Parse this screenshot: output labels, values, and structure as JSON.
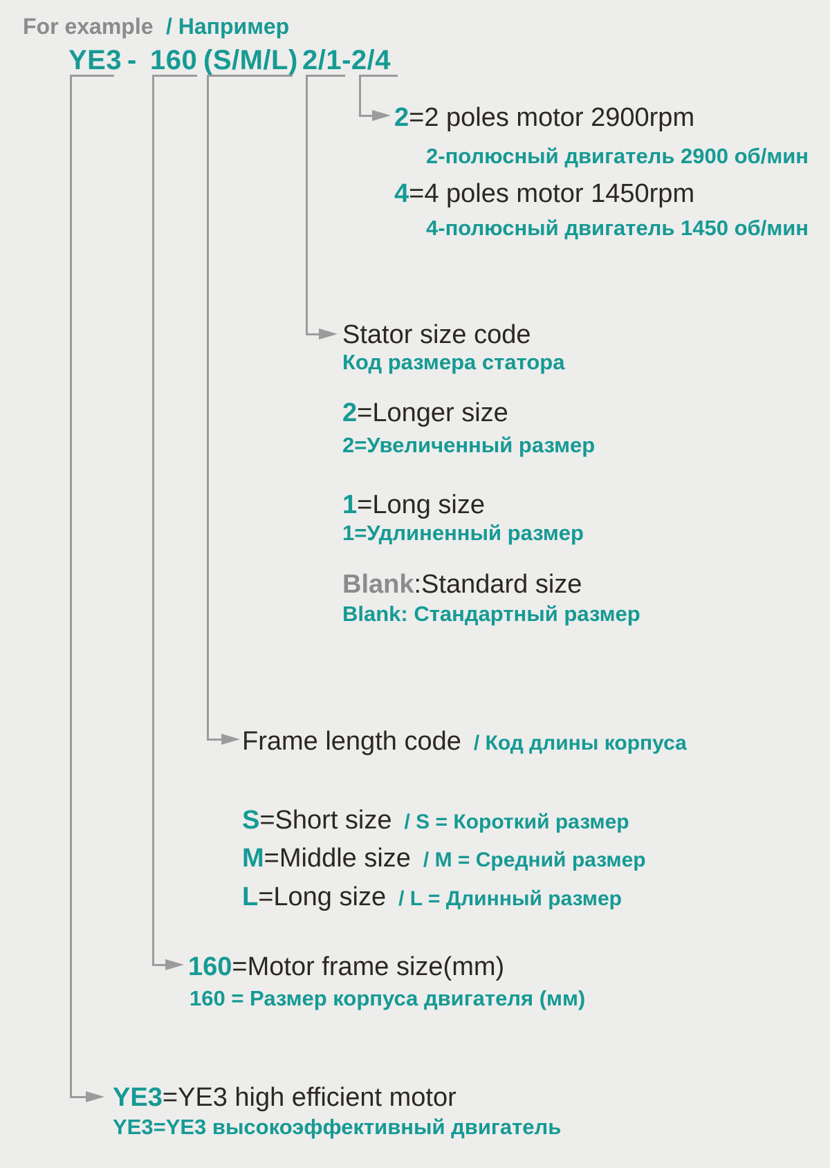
{
  "colors": {
    "background": "#ededec",
    "teal": "#169a94",
    "dark": "#2b2722",
    "gray": "#8b8b8b",
    "line": "#9b9b9b"
  },
  "header": {
    "example_en": "For example",
    "example_ru": "/ Например"
  },
  "model": {
    "series": "YE3",
    "dash": "-",
    "frame_size": "160",
    "frame_length": "(S/M/L)",
    "poles": "2/1-2/4"
  },
  "sections": {
    "poles": {
      "items": [
        {
          "code": "2",
          "desc_en": "=2 poles motor 2900rpm",
          "desc_ru": "2-полюсный двигатель 2900 об/мин"
        },
        {
          "code": "4",
          "desc_en": "=4 poles motor 1450rpm",
          "desc_ru": "4-полюсный двигатель 1450 об/мин"
        }
      ]
    },
    "stator": {
      "title_en": "Stator size code",
      "title_ru": "Код размера статора",
      "items": [
        {
          "code": "2",
          "desc_en": "=Longer size",
          "desc_ru": "2=Увеличенный размер"
        },
        {
          "code": "1",
          "desc_en": "=Long size",
          "desc_ru": "1=Удлиненный размер"
        },
        {
          "code": "Blank",
          "desc_en": ":Standard size",
          "desc_ru": "Blank: Стандартный размер"
        }
      ]
    },
    "frame_length": {
      "title_en": "Frame length code",
      "title_ru": "/ Код длины корпуса",
      "items": [
        {
          "code": "S",
          "desc_en": "=Short size",
          "desc_ru": "/ S = Короткий размер"
        },
        {
          "code": "M",
          "desc_en": "=Middle size",
          "desc_ru": "/ M = Средний размер"
        },
        {
          "code": "L",
          "desc_en": "=Long size",
          "desc_ru": "/ L = Длинный размер"
        }
      ]
    },
    "frame_size": {
      "code": "160",
      "desc_en": "=Motor frame size(mm)",
      "desc_ru": "160 = Размер корпуса двигателя (мм)"
    },
    "series": {
      "code": "YE3",
      "desc_en": "=YE3 high efficient motor",
      "desc_ru": "YE3=YE3 высокоэффективный двигатель"
    }
  }
}
